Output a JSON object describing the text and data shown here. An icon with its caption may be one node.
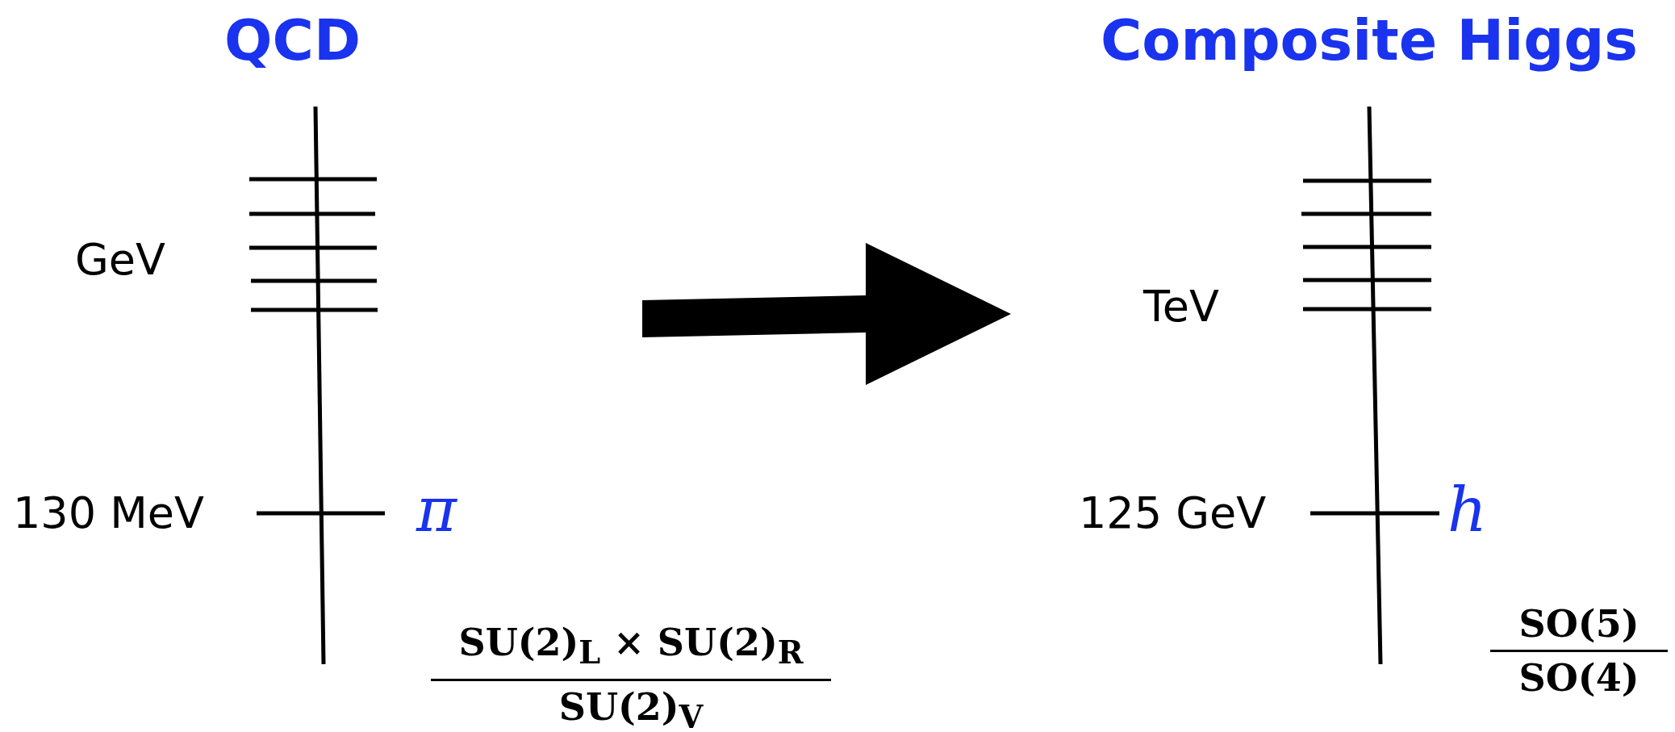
{
  "diagram": {
    "nodes": [
      {
        "text": [
          "QCD",
          "GeV",
          "130 MeV",
          "π",
          "SU(2)$_{L}$ × SU(2)$_{R}$",
          "SU(2)$_{V}$"
        ]
      },
      {
        "text": [
          "Composite Higgs",
          "TeV",
          "125 GeV",
          "h",
          "SO(5)",
          "SO(4)"
        ]
      }
    ],
    "edges": [
      {
        "from": 0,
        "to": 1,
        "arrow": "to",
        "style": "thick"
      }
    ]
  }
}
